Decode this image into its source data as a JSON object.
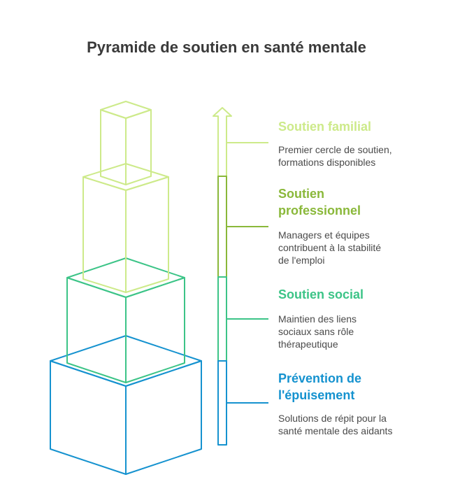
{
  "title": "Pyramide de soutien en santé mentale",
  "colors": {
    "familial": "#cdea8a",
    "professionnel": "#8ab83a",
    "social": "#3cc487",
    "epuisement": "#1592cf"
  },
  "levels": [
    {
      "id": "familial",
      "heading": [
        "Soutien familial"
      ],
      "description": [
        "Premier cercle de soutien,",
        "formations disponibles"
      ]
    },
    {
      "id": "professionnel",
      "heading": [
        "Soutien",
        "professionnel"
      ],
      "description": [
        "Managers et équipes",
        "contribuent à la stabilité",
        "de l'emploi"
      ]
    },
    {
      "id": "social",
      "heading": [
        "Soutien social"
      ],
      "description": [
        "Maintien des liens",
        "sociaux sans rôle",
        "thérapeutique"
      ]
    },
    {
      "id": "epuisement",
      "heading": [
        "Prévention de",
        "l'épuisement"
      ],
      "description": [
        "Solutions de répit pour la",
        "santé mentale des aidants"
      ]
    }
  ]
}
